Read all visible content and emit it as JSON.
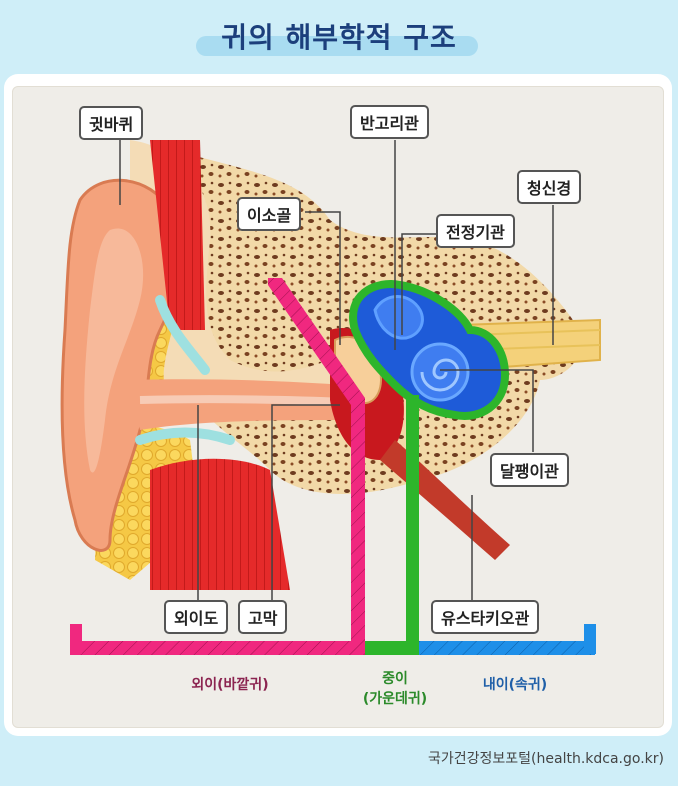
{
  "title": "귀의 해부학적 구조",
  "labels": {
    "pinna": "귓바퀴",
    "ossicles": "이소골",
    "semicircular": "반고리관",
    "vestibule": "전정기관",
    "cochlear_nerve": "청신경",
    "cochlea": "달팽이관",
    "eustachian": "유스타키오관",
    "ear_canal": "외이도",
    "eardrum": "고막"
  },
  "regions": {
    "outer": "외이(바깥귀)",
    "middle_line1": "중이",
    "middle_line2": "(가운데귀)",
    "inner": "내이(속귀)"
  },
  "colors": {
    "outer": "#f0287f",
    "middle": "#2db52b",
    "inner": "#1e8fe8",
    "outer_text": "#8b2450",
    "middle_text": "#2b8a2a",
    "inner_text": "#1f5fa8"
  },
  "source": "국가건강정보포털(health.kdca.go.kr)"
}
